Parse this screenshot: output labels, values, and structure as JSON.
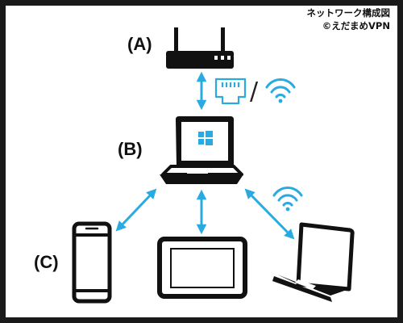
{
  "credit": {
    "line1": "ネットワーク構成図",
    "line2": "©えだまめVPN"
  },
  "labels": {
    "a": "(A)",
    "b": "(B)",
    "c": "(C)"
  },
  "connector": {
    "slash": "/"
  },
  "devices": {
    "a": "router-icon",
    "b": "laptop-windows-icon",
    "c": "smartphone-icon",
    "tablet": "tablet-icon",
    "laptop2": "laptop-icon"
  },
  "colors": {
    "accent": "#29ABE2",
    "outline": "#111111",
    "border": "#1a1a1a",
    "background": "#ffffff"
  }
}
